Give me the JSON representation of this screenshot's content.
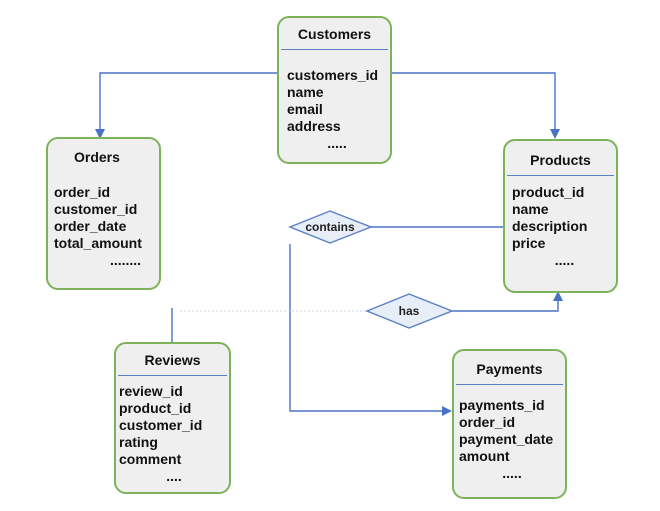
{
  "entities": {
    "customers": {
      "title": "Customers",
      "attrs": [
        "customers_id",
        "name",
        "email",
        "address"
      ],
      "more": "....."
    },
    "orders": {
      "title": "Orders",
      "attrs": [
        "order_id",
        "customer_id",
        "order_date",
        "total_amount"
      ],
      "more": "........"
    },
    "products": {
      "title": "Products",
      "attrs": [
        "product_id",
        "name",
        "description",
        "price"
      ],
      "more": "....."
    },
    "reviews": {
      "title": "Reviews",
      "attrs": [
        "review_id",
        "product_id",
        "customer_id",
        "rating",
        "comment"
      ],
      "more": "...."
    },
    "payments": {
      "title": "Payments",
      "attrs": [
        "payments_id",
        "order_id",
        "payment_date",
        "amount"
      ],
      "more": "....."
    }
  },
  "relationships": {
    "contains": {
      "label": "contains"
    },
    "has": {
      "label": "has"
    }
  },
  "colors": {
    "entity_border": "#7cb35a",
    "entity_fill": "#efefef",
    "divider": "#5b80c4",
    "line": "#4a72c4",
    "diamond_border": "#5b80c4",
    "diamond_fill": "#e8eef7"
  }
}
